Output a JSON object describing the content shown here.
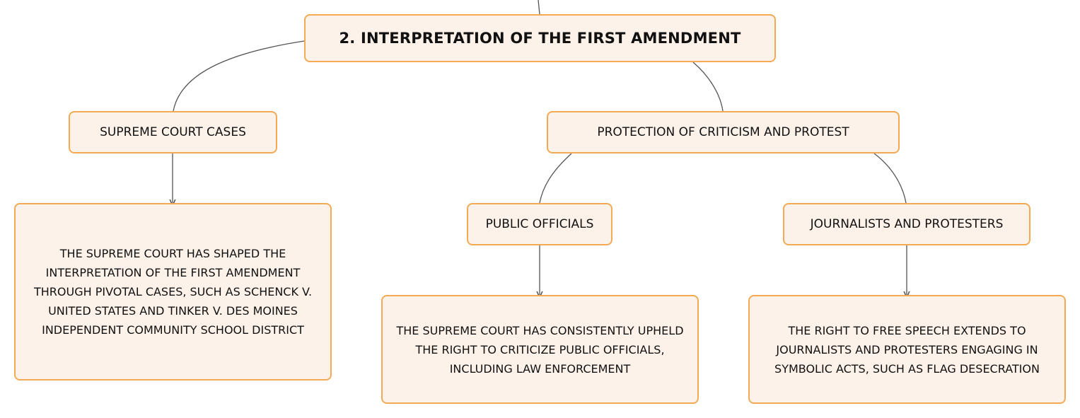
{
  "diagram": {
    "root": {
      "label": "2. INTERPRETATION OF THE FIRST AMENDMENT"
    },
    "branches": [
      {
        "label": "SUPREME COURT CASES",
        "detail": "THE SUPREME COURT HAS SHAPED THE INTERPRETATION OF THE FIRST AMENDMENT THROUGH PIVOTAL CASES, SUCH AS SCHENCK V. UNITED STATES AND TINKER V. DES MOINES INDEPENDENT COMMUNITY SCHOOL DISTRICT"
      },
      {
        "label": "PROTECTION OF CRITICISM AND PROTEST",
        "children": [
          {
            "label": "PUBLIC OFFICIALS",
            "detail": "THE SUPREME COURT HAS CONSISTENTLY UPHELD THE RIGHT TO CRITICIZE PUBLIC OFFICIALS, INCLUDING LAW ENFORCEMENT"
          },
          {
            "label": "JOURNALISTS AND PROTESTERS",
            "detail": "THE RIGHT TO FREE SPEECH EXTENDS TO JOURNALISTS AND PROTESTERS ENGAGING IN SYMBOLIC ACTS, SUCH AS FLAG DESECRATION"
          }
        ]
      }
    ]
  },
  "colors": {
    "node_fill": "#fdf2e9",
    "node_border": "#f2aa55",
    "connector": "#555555",
    "text": "#111111"
  }
}
